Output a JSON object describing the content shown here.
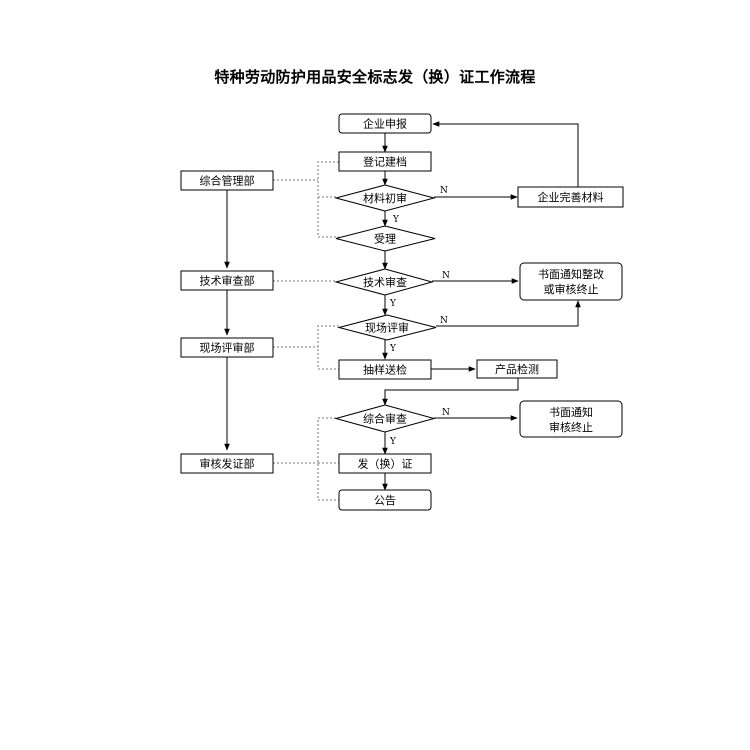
{
  "title": "特种劳动防护用品安全标志发（换）证工作流程",
  "departments": {
    "zonghe": "综合管理部",
    "jishu": "技术审查部",
    "xianchang": "现场评审部",
    "shenhe": "审核发证部"
  },
  "steps": {
    "qiye_shenbao": "企业申报",
    "dengji_jiandang": "登记建档",
    "cailiao_chushen": "材料初审",
    "qiye_wanshan": "企业完善材料",
    "shouli": "受理",
    "jishu_shencha": "技术审查",
    "shumian_tongzhi_1": "书面通知整改",
    "shumian_tongzhi_2": "或审核终止",
    "xianchang_pingshen": "现场评审",
    "chouyang_songjian": "抽样送检",
    "chanpin_jiance": "产品检测",
    "zonghe_shencha": "综合审查",
    "shumian_tongzhi_3": "书面通知",
    "shenhe_zhongzhi": "审核终止",
    "fa_huan_zheng": "发（换）证",
    "gonggao": "公告"
  },
  "decision_labels": {
    "yes": "Y",
    "no": "N"
  }
}
